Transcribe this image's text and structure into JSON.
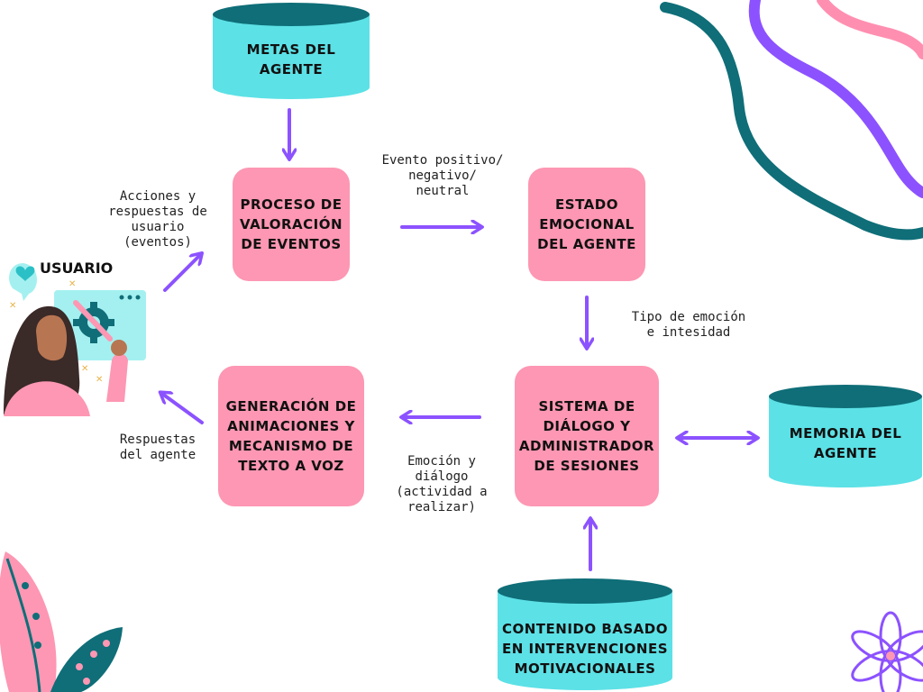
{
  "colors": {
    "box_pink": "#fd97b3",
    "cylinder_cyan": "#5ce1e6",
    "cylinder_top": "#0f6e78",
    "arrow": "#8c52ff",
    "wave_teal": "#0f6e78",
    "wave_purple": "#8c52ff",
    "wave_pink": "#ff8fb1"
  },
  "user": {
    "label": "USUARIO"
  },
  "nodes": {
    "metas": "METAS DEL\nAGENTE",
    "proceso": "PROCESO DE\nVALORACIÓN\nDE EVENTOS",
    "estado": "ESTADO\nEMOCIONAL\nDEL AGENTE",
    "sistema": "SISTEMA DE\nDIÁLOGO Y\nADMINISTRADOR\nDE SESIONES",
    "generacion": "GENERACIÓN DE\nANIMACIONES Y\nMECANISMO DE\nTEXTO A VOZ",
    "memoria": "MEMORIA DEL\nAGENTE",
    "contenido": "CONTENIDO BASADO\nEN INTERVENCIONES\nMOTIVACIONALES"
  },
  "edge_labels": {
    "acciones": "Acciones y\nrespuestas de\nusuario\n(eventos)",
    "evento": "Evento positivo/\nnegativo/\nneutral",
    "tipo": "Tipo de emoción\ne intesidad",
    "emocion": "Emoción y\ndiálogo\n(actividad a\nrealizar)",
    "respuestas": "Respuestas\ndel agente"
  }
}
